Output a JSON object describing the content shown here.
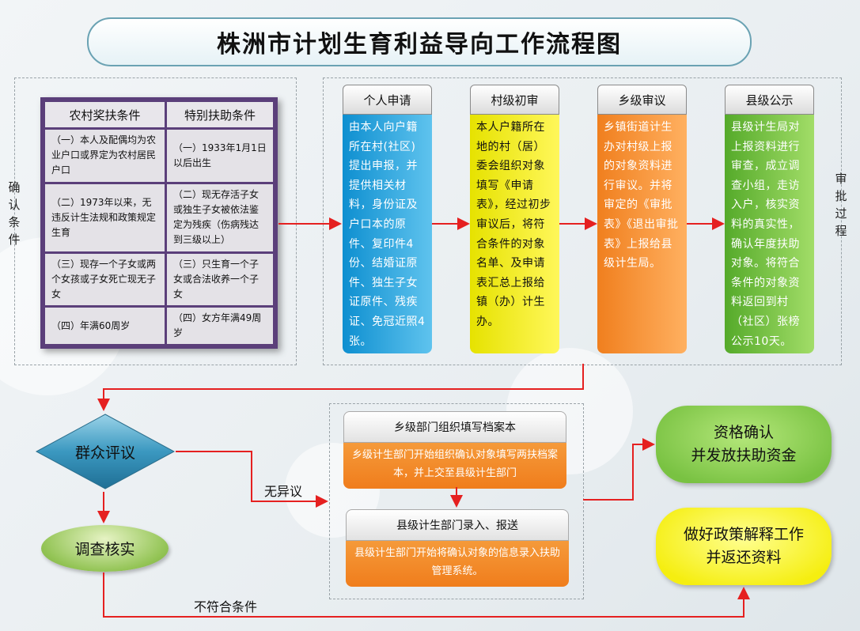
{
  "title": "株洲市计划生育利益导向工作流程图",
  "left_side_label": "确认条件",
  "right_side_label": "审批过程",
  "conditions": {
    "headers": [
      "农村奖扶条件",
      "特别扶助条件"
    ],
    "rows": [
      [
        "（一）本人及配偶均为农业户口或界定为农村居民户口",
        "（一）1933年1月1日以后出生"
      ],
      [
        "（二）1973年以来，无违反计生法规和政策规定生育",
        "（二）现无存活子女或独生子女被依法鉴定为残疾（伤病残达到三级以上）"
      ],
      [
        "（三）现存一个子女或两个女孩或子女死亡现无子女",
        "（三）只生育一个子女或合法收养一个子女"
      ],
      [
        "（四）年满60周岁",
        "（四）女方年满49周岁"
      ]
    ]
  },
  "steps": [
    {
      "title": "个人申请",
      "body": "由本人向户籍所在村(社区)提出申报，并提供相关材料，身份证及户口本的原件、复印件4份、结婚证原件、独生子女证原件、残疾证、免冠近照4张。"
    },
    {
      "title": "村级初审",
      "body": "本人户籍所在地的村（居）委会组织对象填写《申请表》，经过初步审议后，将符合条件的对象名单、及申请表汇总上报给镇（办）计生办。"
    },
    {
      "title": "乡级审议",
      "body": "乡镇街道计生办对村级上报的对象资料进行审议。并将审定的《审批表》《退出审批表》上报给县级计生局。"
    },
    {
      "title": "县级公示",
      "body": "县级计生局对上报资料进行审查，成立调查小组，走访入户，核实资料的真实性，确认年度扶助对象。将符合条件的对象资料返回到村（社区）张榜公示10天。"
    }
  ],
  "review": {
    "diamond": "群众评议",
    "ellipse": "调查核实",
    "no_objection": "无异议",
    "not_qualified": "不符合条件"
  },
  "depts": [
    {
      "title": "乡级部门组织填写档案本",
      "body": "乡级计生部门开始组织确认对象填写两扶档案本，并上交至县级计生部门"
    },
    {
      "title": "县级计生部门录入、报送",
      "body": "县级计生部门开始将确认对象的信息录入扶助管理系统。"
    }
  ],
  "outcomes": {
    "green": [
      "资格确认",
      "并发放扶助资金"
    ],
    "yellow": [
      "做好政策解释工作",
      "并返还资料"
    ]
  },
  "colors": {
    "arrow": "#e52020",
    "table_border": "#5b3f7a",
    "step1": "#1a9ad8",
    "step2": "#f3ee20",
    "step3": "#f4902c",
    "step4": "#6dbb3a",
    "diamond": "#2f8bb0"
  }
}
